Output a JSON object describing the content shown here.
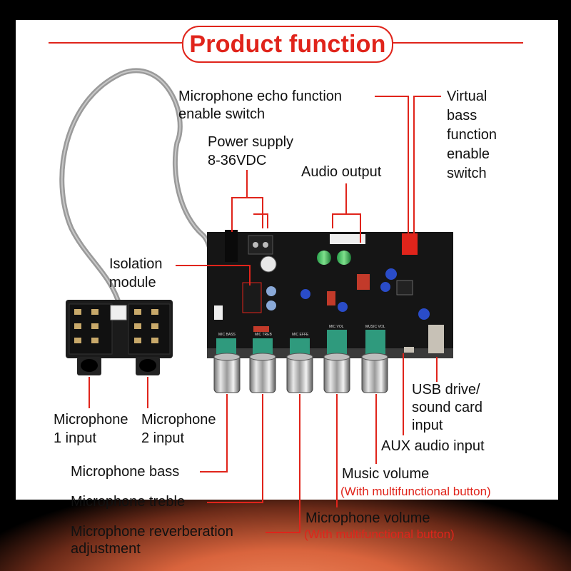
{
  "title": "Product function",
  "labels": {
    "echo_switch": "Microphone echo function enable switch",
    "virtual_bass_switch": "Virtual bass function enable switch",
    "power_supply": "Power supply 8-36VDC",
    "audio_output": "Audio output",
    "isolation_module": "Isolation module",
    "mic1_input": "Microphone 1 input",
    "mic2_input": "Microphone 2 input",
    "usb_input": "USB drive/ sound card input",
    "aux_input": "AUX audio input",
    "music_volume": "Music volume",
    "music_volume_note": "(With multifunctional button)",
    "mic_bass": "Microphone bass",
    "mic_treble": "Microphone treble",
    "mic_volume": "Microphone volume",
    "mic_volume_note": "(With multifunctional button)",
    "mic_reverb": "Microphone reverberation adjustment"
  },
  "board_silkscreen": {
    "knob1": "MIC BASS",
    "knob2": "MIC TREB",
    "knob3": "MIC EFFE",
    "knob4": "MIC VOL",
    "knob5": "MUSIC VOL"
  },
  "colors": {
    "accent_red": "#e0241b",
    "pcb": "#141414",
    "pot_green": "#2f9a7d",
    "knob_metal": "#c9c9c9"
  }
}
